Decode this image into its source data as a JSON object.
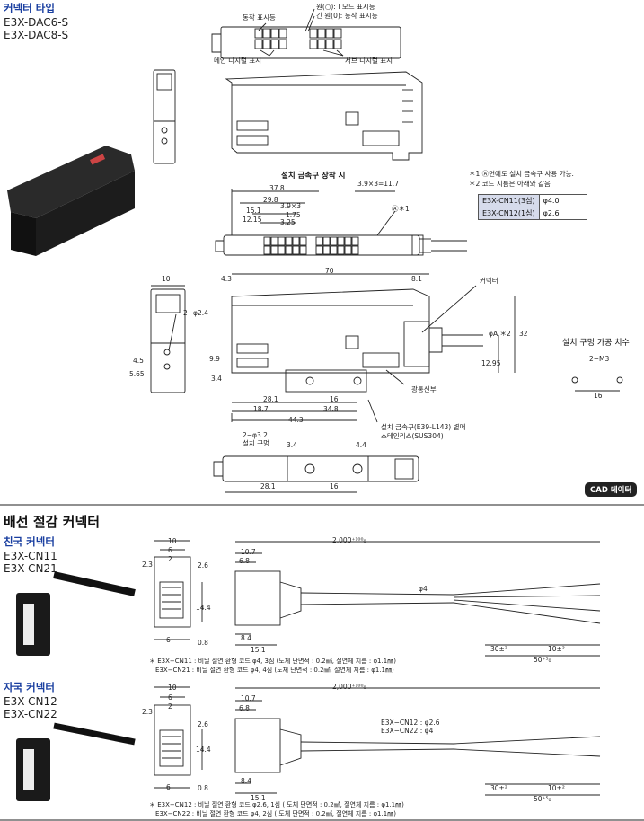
{
  "top": {
    "title": "커넥터 타입",
    "models": [
      "E3X-DAC6-S",
      "E3X-DAC8-S"
    ],
    "callouts": {
      "op_indicator": "동작 표시등",
      "mode_indicator": "원(○): I 모드 표시등",
      "long_op_indicator": "긴 원(0): 동작 표시등",
      "main_display": "메인 디지털 표시",
      "sub_display": "서브 디지털 표시",
      "shared_port": "광통신부",
      "connector": "커넥터",
      "bracket_note": "설치 금속구(E39-L143) 별매",
      "bracket_material": "스테인리스(SUS304)",
      "hole_label": "2−φ3.2",
      "hole_label2": "설치 구멍",
      "hole_dia": "2−φ2.4",
      "m3": "2−M3"
    },
    "bracket_title": "설치 금속구 장착 시",
    "hole_title": "설치 구멍 가공 치수",
    "notes": [
      "＊1 Ⓐ면에도 설치 금속구 사용 가능.",
      "＊2 코드 지름은 아래와 같음"
    ],
    "cable_table": [
      {
        "model": "E3X-CN11(3심)",
        "dia": "φ4.0"
      },
      {
        "model": "E3X-CN12(1심)",
        "dia": "φ2.6"
      }
    ],
    "dims": {
      "d378": "37.8",
      "d299": "29.8",
      "d151": "15.1",
      "d1215": "12.15",
      "d39x3": "3.9×3",
      "d175": "1.75",
      "d325": "3.25",
      "d39x3b": "3.9×3=11.7",
      "a1": "Ⓐ＊1",
      "d70": "70",
      "d43": "4.3",
      "d81": "8.1",
      "d10": "10",
      "d45": "4.5",
      "d565": "5.65",
      "d99": "9.9",
      "d34": "3.4",
      "d281": "28.1",
      "d16": "16",
      "d187": "18.7",
      "d348": "34.8",
      "d443": "44.3",
      "d32": "32",
      "d1295": "12.95",
      "phia": "φA ＊2",
      "d34b": "3.4",
      "d44": "4.4",
      "d281b": "28.1",
      "d16b": "16",
      "d16c": "16"
    },
    "cad_label": "CAD 데이터"
  },
  "bottom": {
    "section_title": "배선 절감 커넥터",
    "parent": {
      "title": "친국 커넥터",
      "models": [
        "E3X-CN11",
        "E3X-CN21"
      ],
      "notes": [
        "＊ E3X−CN11 : 비닐 절연 환형 코드   φ4, 3심 (도체 단면적 : 0.2㎟, 절연체 지름 : φ1.1㎜)",
        "E3X−CN21 : 비닐 절연 환형 코드   φ4, 4심 (도체 단면적 : 0.2㎟, 절연체 지름 : φ1.1㎜)"
      ],
      "dims": {
        "d10": "10",
        "d6": "6",
        "d2": "2",
        "d23": "2.3",
        "d26": "2.6",
        "d144": "14.4",
        "d08": "0.8",
        "d2000": "2,000⁺¹⁰⁰₀",
        "d107": "10.7",
        "d68": "6.8",
        "d84": "8.4",
        "d151": "15.1",
        "phi4": "φ4",
        "d30": "30±²",
        "d10b": "10±²",
        "d50": "50⁺⁵₀"
      }
    },
    "child": {
      "title": "자국 커넥터",
      "models": [
        "E3X-CN12",
        "E3X-CN22"
      ],
      "cable_labels": [
        "E3X−CN12 : φ2.6",
        "E3X−CN22 : φ4"
      ],
      "notes": [
        "＊ E3X−CN12 : 비닐 절연 환형 코드   φ2.6, 1심 ( 도체 단면적 : 0.2㎟, 절연체 지름 : φ1.1㎜)",
        "E3X−CN22 : 비닐 절연 환형 코드   φ4, 2심 ( 도체 단면적 : 0.2㎟, 절연체 지름 : φ1.1㎜)"
      ],
      "dims": {
        "d10": "10",
        "d6": "6",
        "d2": "2",
        "d23": "2.3",
        "d26": "2.6",
        "d144": "14.4",
        "d08": "0.8",
        "d2000": "2,000⁺¹⁰⁰₀",
        "d107": "10.7",
        "d68": "6.8",
        "d84": "8.4",
        "d151": "15.1",
        "d30": "30±²",
        "d10b": "10±²",
        "d50": "50⁺⁵₀"
      }
    }
  }
}
